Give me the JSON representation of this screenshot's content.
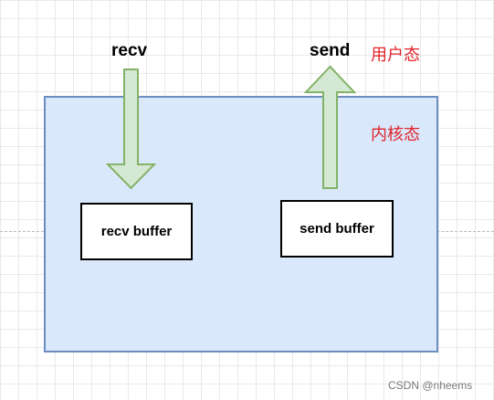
{
  "labels": {
    "recv": "recv",
    "send": "send",
    "user_mode": "用户态",
    "kernel_mode": "内核态"
  },
  "buffers": {
    "recv": "recv buffer",
    "send": "send buffer"
  },
  "watermark": "CSDN @nheems",
  "colors": {
    "kernel_fill": "#dae8fc",
    "kernel_border": "#6c8ebf",
    "arrow_fill": "#d5e8d4",
    "arrow_stroke": "#82b366",
    "mode_text": "#e0242a"
  }
}
